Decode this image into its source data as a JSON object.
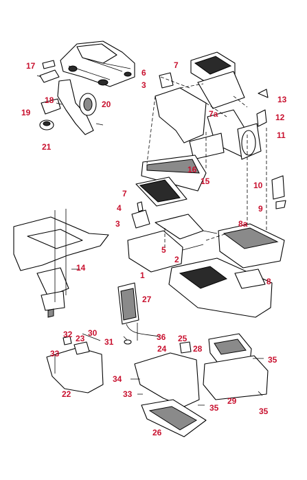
{
  "diagram": {
    "accent_color": "#c8102e",
    "callouts": [
      "1",
      "2",
      "3",
      "3",
      "4",
      "5",
      "6",
      "7",
      "7",
      "7a",
      "8",
      "8a",
      "9",
      "10",
      "11",
      "12",
      "13",
      "14",
      "15",
      "16",
      "17",
      "18",
      "19",
      "20",
      "21",
      "22",
      "23",
      "24",
      "25",
      "26",
      "27",
      "28",
      "29",
      "30",
      "31",
      "32",
      "33",
      "33",
      "34",
      "35",
      "35",
      "35",
      "36"
    ]
  }
}
